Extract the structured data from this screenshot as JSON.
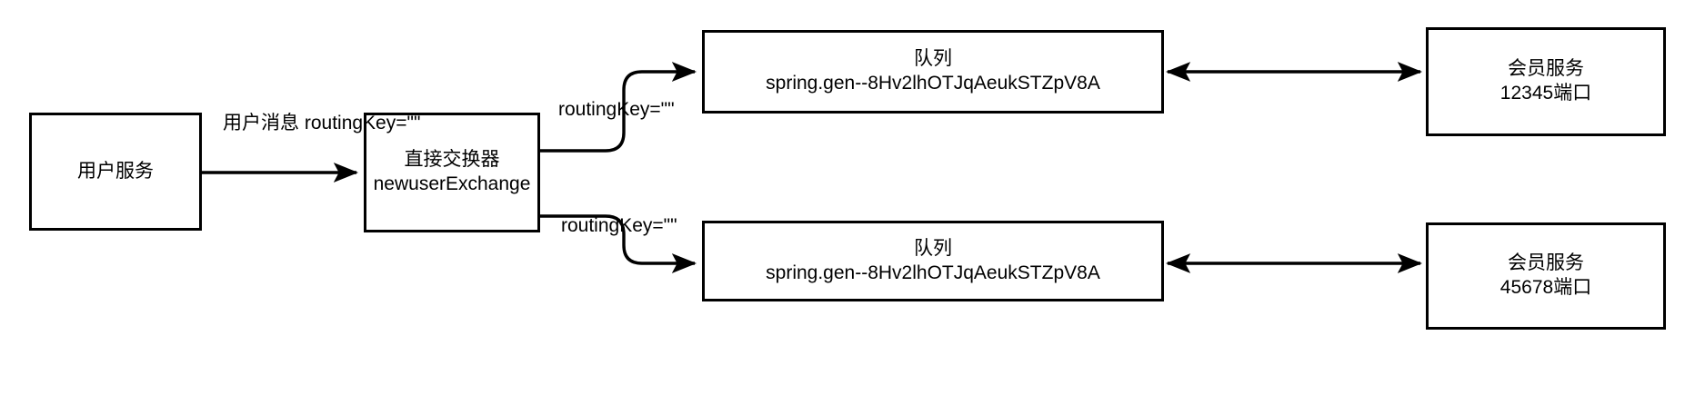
{
  "diagram": {
    "title": "RabbitMQ direct exchange fanout to two member services",
    "type": "flow-diagram",
    "stroke_color": "#000000",
    "background_color": "#ffffff",
    "nodes": {
      "user_service": {
        "label": "用户服务"
      },
      "exchange": {
        "line1": "直接交换器",
        "line2": "newuserExchange"
      },
      "queue_top": {
        "line1": "队列",
        "line2": "spring.gen--8Hv2lhOTJqAeukSTZpV8A"
      },
      "queue_bottom": {
        "line1": "队列",
        "line2": "spring.gen--8Hv2lhOTJqAeukSTZpV8A"
      },
      "member_top": {
        "line1": "会员服务",
        "line2": "12345端口"
      },
      "member_bottom": {
        "line1": "会员服务",
        "line2": "45678端口"
      }
    },
    "edges": {
      "user_to_exchange": {
        "line1": "用户消息",
        "line2": "routingKey=\"\""
      },
      "exchange_to_queue_top": {
        "label": "routingKey=\"\""
      },
      "exchange_to_queue_bottom": {
        "label": "routingKey=\"\""
      }
    }
  }
}
